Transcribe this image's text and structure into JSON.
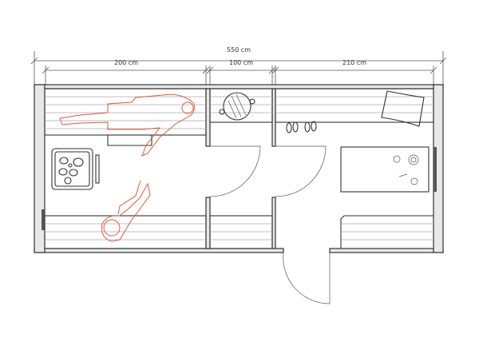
{
  "dimensions": {
    "total": "550 cm",
    "left_room": "200 cm",
    "middle_room": "100 cm",
    "right_room": "210 cm"
  },
  "colors": {
    "figures": "#e0583c",
    "walls": "#333333"
  }
}
